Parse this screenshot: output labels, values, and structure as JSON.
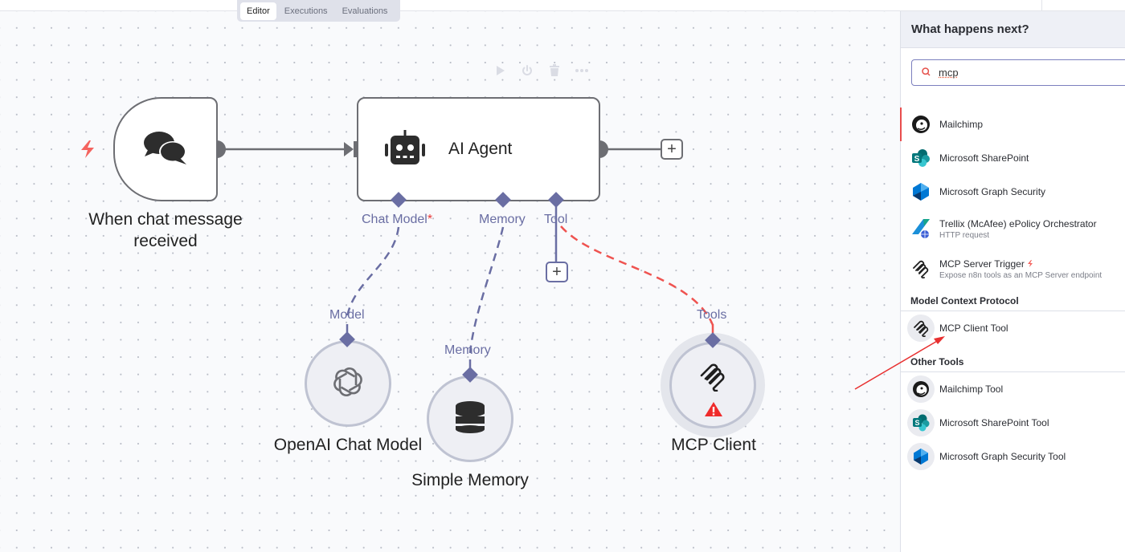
{
  "tabs": [
    {
      "label": "Editor",
      "active": true
    },
    {
      "label": "Executions",
      "active": false
    },
    {
      "label": "Evaluations",
      "active": false
    }
  ],
  "node_toolbar": [
    "play-icon",
    "power-icon",
    "trash-icon",
    "more-icon"
  ],
  "nodes": {
    "trigger": {
      "label": "When chat message received",
      "icon": "chat-bubbles-icon"
    },
    "agent": {
      "label": "AI Agent",
      "icon": "robot-icon"
    },
    "chat_model": {
      "label": "OpenAI Chat Model",
      "icon": "openai-icon",
      "port_label": "Model"
    },
    "memory": {
      "label": "Simple Memory",
      "icon": "database-icon",
      "port_label": "Memory"
    },
    "mcp": {
      "label": "MCP Client",
      "icon": "mcp-icon",
      "port_label": "Tools",
      "warning": true
    }
  },
  "agent_ports": {
    "chat_model": "Chat Model",
    "chat_model_required": "*",
    "memory": "Memory",
    "tool": "Tool"
  },
  "colors": {
    "accent": "#6a6ea3",
    "error": "#ef4444",
    "node_border": "#6d6e73"
  },
  "panel": {
    "title": "What happens next?",
    "search": {
      "value": "mcp",
      "placeholder": ""
    },
    "results": [
      {
        "name": "Mailchimp",
        "sub": "",
        "icon": "mailchimp-icon",
        "active": true
      },
      {
        "name": "Microsoft SharePoint",
        "sub": "",
        "icon": "sharepoint-icon"
      },
      {
        "name": "Microsoft Graph Security",
        "sub": "",
        "icon": "graph-security-icon"
      },
      {
        "name": "Trellix (McAfee) ePolicy Orchestrator",
        "sub": "HTTP request",
        "icon": "trellix-icon"
      },
      {
        "name": "MCP Server Trigger",
        "sub": "Expose n8n tools as an MCP Server endpoint",
        "icon": "mcp-icon",
        "trigger": true
      }
    ],
    "sections": [
      {
        "title": "Model Context Protocol",
        "items": [
          {
            "name": "MCP Client Tool",
            "icon": "mcp-icon"
          }
        ]
      },
      {
        "title": "Other Tools",
        "items": [
          {
            "name": "Mailchimp Tool",
            "icon": "mailchimp-icon"
          },
          {
            "name": "Microsoft SharePoint Tool",
            "icon": "sharepoint-icon"
          },
          {
            "name": "Microsoft Graph Security Tool",
            "icon": "graph-security-icon"
          }
        ]
      }
    ]
  }
}
